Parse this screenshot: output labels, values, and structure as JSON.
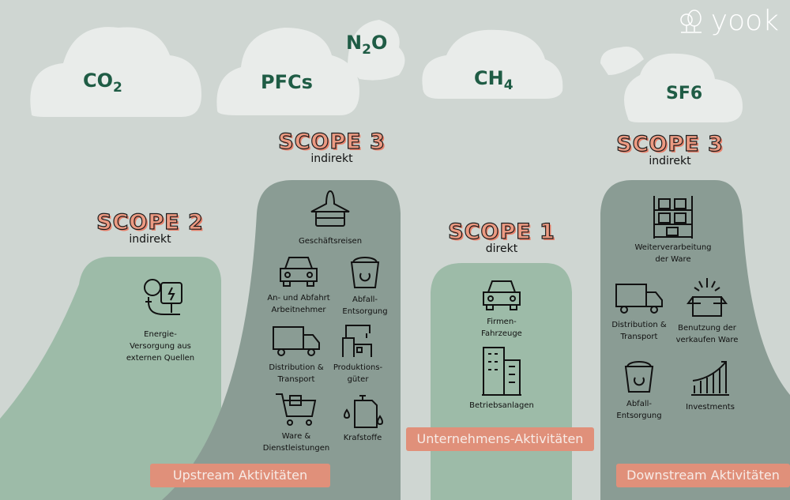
{
  "brand": {
    "name": "yook"
  },
  "colors": {
    "background": "#cfd6d2",
    "light_mountain": "#9dbba8",
    "dark_mountain": "#8a9c94",
    "label": "#e0907a",
    "cloud": "#e9ecea",
    "gas_text": "#1f5c45"
  },
  "gases": [
    {
      "base": "CO",
      "sub": "2"
    },
    {
      "base": "PFCs",
      "sub": ""
    },
    {
      "base": "N",
      "sub": "2",
      "tail": "O"
    },
    {
      "base": "CH",
      "sub": "4"
    },
    {
      "base": "SF6",
      "sub": ""
    }
  ],
  "scopes": {
    "scope2": {
      "title": "SCOPE 2",
      "subtitle": "indirekt",
      "items": [
        "Energie-\nVersorgung aus\nexternen Quellen"
      ]
    },
    "scope3_up": {
      "title": "SCOPE 3",
      "subtitle": "indirekt",
      "items": [
        "Geschäftsreisen",
        "An- und Abfahrt\nArbeitnehmer",
        "Abfall-\nEntsorgung",
        "Distribution &\nTransport",
        "Produktions-\ngüter",
        "Ware &\nDienstleistungen",
        "Krafstoffe"
      ]
    },
    "scope1": {
      "title": "SCOPE 1",
      "subtitle": "direkt",
      "items": [
        "Firmen-\nFahrzeuge",
        "Betriebsanlagen"
      ]
    },
    "scope3_down": {
      "title": "SCOPE 3",
      "subtitle": "indirekt",
      "items": [
        "Weiterverarbeitung\nder Ware",
        "Distribution &\nTransport",
        "Benutzung der\nverkaufen Ware",
        "Abfall-\nEntsorgung",
        "Investments"
      ]
    }
  },
  "labels": {
    "upstream": "Upstream Aktivitäten",
    "company": "Unternehmens-Aktivitäten",
    "downstream": "Downstream Aktivitäten"
  }
}
